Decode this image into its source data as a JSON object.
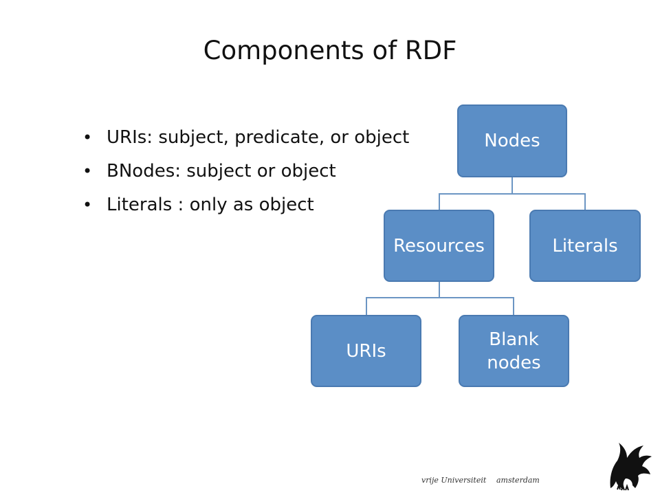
{
  "slide": {
    "title": "Components of RDF",
    "bullets": [
      "URIs: subject, predicate, or object",
      "BNodes: subject or object",
      "Literals : only as object"
    ]
  },
  "diagram": {
    "nodes": {
      "nodes": "Nodes",
      "resources": "Resources",
      "literals": "Literals",
      "uris": "URIs",
      "blank_line1": "Blank",
      "blank_line2": "nodes"
    },
    "colors": {
      "node_fill": "#5b8ec6",
      "node_border": "#4a7ab1",
      "connector": "#6b95c3"
    }
  },
  "footer": {
    "university_left": "vrije Universiteit",
    "university_right": "amsterdam",
    "logo_icon": "griffin-logo-icon"
  }
}
